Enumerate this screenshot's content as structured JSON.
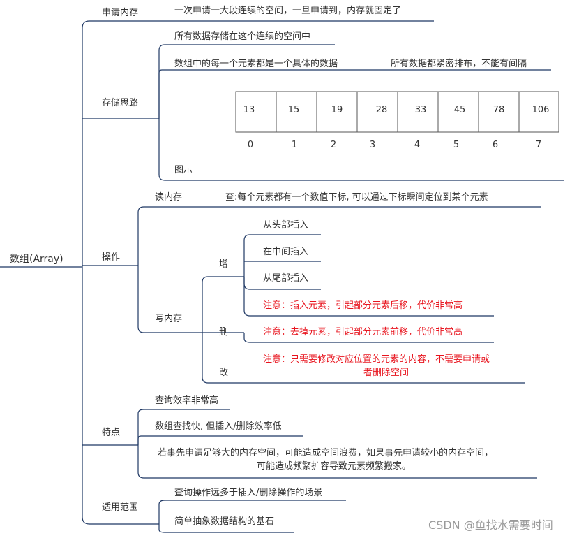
{
  "root": "数组(Array)",
  "branches": {
    "alloc": {
      "label": "申请内存",
      "detail": "一次申请一大段连续的空间，一旦申请到，内存就固定了"
    },
    "storage": {
      "label": "存储思路",
      "items": [
        "所有数据存储在这个连续的空间中",
        "数组中的每一个元素都是一个具体的数据",
        "所有数据都紧密排布，不能有间隔"
      ],
      "figure_label": "图示",
      "array_values": [
        "13",
        "15",
        "19",
        "28",
        "33",
        "45",
        "78",
        "106"
      ],
      "array_indices": [
        "0",
        "1",
        "2",
        "3",
        "4",
        "5",
        "6",
        "7"
      ]
    },
    "ops": {
      "label": "操作",
      "read": {
        "label": "读内存",
        "detail": "查:每个元素都有一个数值下标, 可以通过下标瞬间定位到某个元素"
      },
      "write": {
        "label": "写内存",
        "add": {
          "label": "增",
          "items": [
            "从头部插入",
            "在中间插入",
            "从尾部插入"
          ],
          "note": "注意：插入元素，引起部分元素后移，代价非常高"
        },
        "del": {
          "label": "删",
          "note": "注意：去掉元素，引起部分元素前移，代价非常高"
        },
        "mod": {
          "label": "改",
          "note_line1": "注意：只需要修改对应位置的元素的内容，不需要申请或",
          "note_line2": "者删除空间"
        }
      }
    },
    "features": {
      "label": "特点",
      "items": [
        "查询效率非常高",
        "数组查找快, 但插入/删除效率低"
      ],
      "long_line1": "若事先申请足够大的内存空间，可能造成空间浪费，如果事先申请较小的内存空间，",
      "long_line2": "可能造成频繁扩容导致元素频繁搬家。"
    },
    "usage": {
      "label": "适用范围",
      "items": [
        "查询操作远多于插入/删除操作的场景",
        "简单抽象数据结构的基石"
      ]
    }
  },
  "watermark": "CSDN @鱼找水需要时间",
  "colors": {
    "line": "#1f3864",
    "red": "#e8141e",
    "text": "#333333",
    "box": "#555555"
  }
}
